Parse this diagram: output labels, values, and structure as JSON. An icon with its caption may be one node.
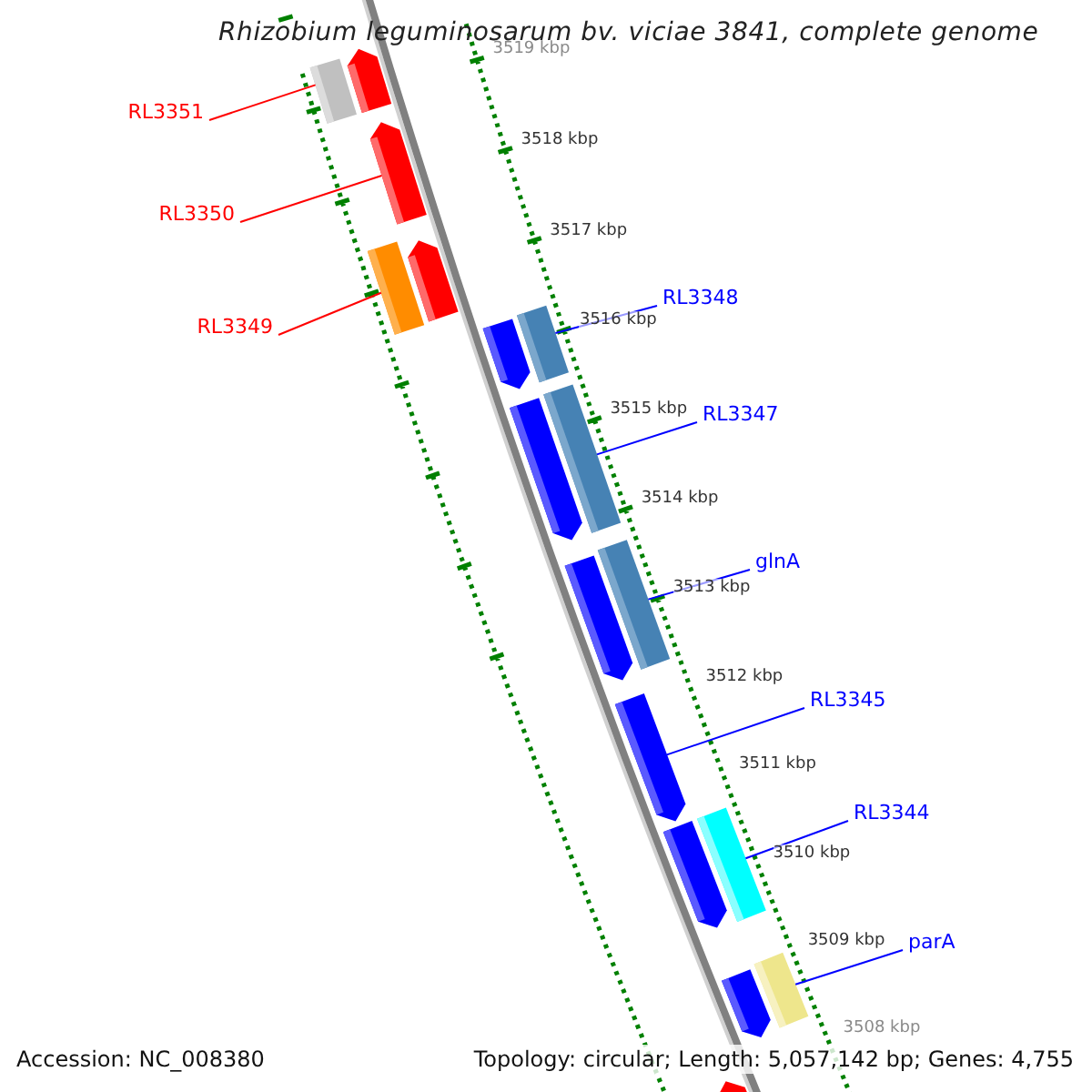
{
  "diagram": {
    "title": "Rhizobium leguminosarum bv. viciae 3841, complete genome",
    "nodes": [
      {
        "text": [
          "RL3351"
        ]
      },
      {
        "text": [
          "RL3350"
        ]
      },
      {
        "text": [
          "RL3349"
        ]
      },
      {
        "text": [
          "RL3348"
        ]
      },
      {
        "text": [
          "RL3347"
        ]
      },
      {
        "text": [
          "glnA"
        ]
      },
      {
        "text": [
          "RL3345"
        ]
      },
      {
        "text": [
          "RL3344"
        ]
      },
      {
        "text": [
          "parA"
        ]
      },
      {
        "text": [],
        "shape": "bar"
      },
      {
        "text": [],
        "shape": "arrow"
      },
      {
        "text": [],
        "shape": "arrow"
      },
      {
        "text": [],
        "shape": "bar"
      },
      {
        "text": [],
        "shape": "arrow"
      },
      {
        "text": [],
        "shape": "arrow"
      },
      {
        "text": [],
        "shape": "bar"
      },
      {
        "text": [],
        "shape": "arrow"
      },
      {
        "text": [],
        "shape": "bar"
      },
      {
        "text": [],
        "shape": "arrow"
      },
      {
        "text": [],
        "shape": "bar"
      },
      {
        "text": [],
        "shape": "arrow"
      },
      {
        "text": [],
        "shape": "arrow"
      },
      {
        "text": [],
        "shape": "bar"
      },
      {
        "text": [],
        "shape": "arrow"
      },
      {
        "text": [],
        "shape": "bar"
      },
      {
        "text": [],
        "shape": "arrow"
      }
    ],
    "edges": [
      {
        "from": 0,
        "to": 9,
        "arrow": "none",
        "color": "#ff0000"
      },
      {
        "from": 1,
        "to": 11,
        "arrow": "none",
        "color": "#ff0000"
      },
      {
        "from": 2,
        "to": 12,
        "arrow": "none",
        "color": "#ff0000"
      },
      {
        "from": 3,
        "to": 15,
        "arrow": "none"
      },
      {
        "from": 4,
        "to": 17,
        "arrow": "none"
      },
      {
        "from": 5,
        "to": 19,
        "arrow": "none"
      },
      {
        "from": 6,
        "to": 20,
        "arrow": "none"
      },
      {
        "from": 7,
        "to": 22,
        "arrow": "none"
      },
      {
        "from": 8,
        "to": 24,
        "arrow": "none"
      }
    ],
    "labels": [
      "3519 kbp",
      "3518 kbp",
      "3517 kbp",
      "3516 kbp",
      "3515 kbp",
      "3514 kbp",
      "3513 kbp",
      "3512 kbp",
      "3511 kbp",
      "3510 kbp",
      "3509 kbp",
      "3508 kbp",
      "Accession: NC_008380",
      "Topology: circular; Length: 5,057,142 bp; Genes: 4,755"
    ]
  }
}
